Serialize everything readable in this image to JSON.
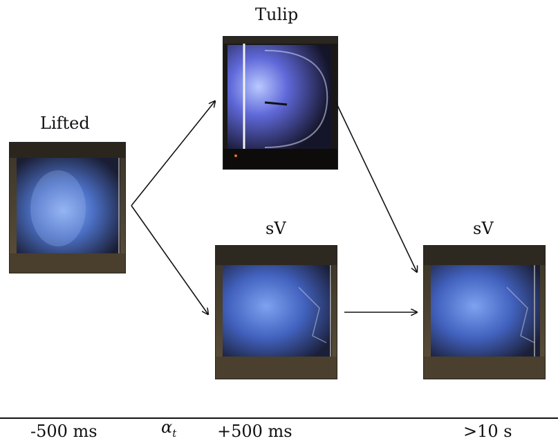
{
  "labels": {
    "lifted": "Lifted",
    "tulip": "Tulip",
    "sv_middle": "sV",
    "sv_right": "sV"
  },
  "timeline": {
    "t0": "-500 ms",
    "alpha_symbol": "α",
    "alpha_subscript": "t",
    "t1": "+500 ms",
    "t2": ">10 s"
  },
  "photos": {
    "lifted": "lifted-flame-photo",
    "tulip": "tulip-flame-photo",
    "sv_middle": "sv-flame-photo",
    "sv_right": "sv-flame-photo"
  },
  "colors": {
    "flame_blue": "#5a7fd6",
    "frame_dark": "#2e2a22",
    "frame_brown": "#6b5a3e"
  }
}
